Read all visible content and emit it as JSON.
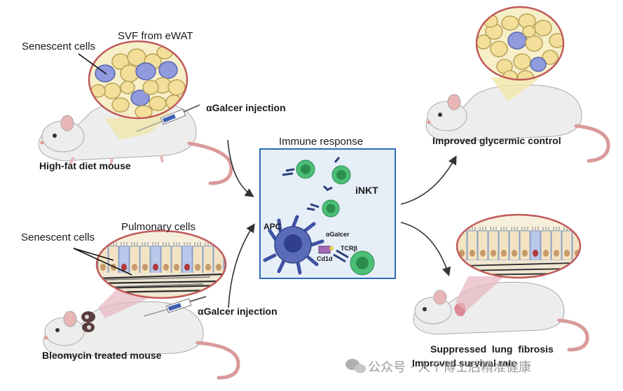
{
  "top_left": {
    "senescent_label": "Senescent cells",
    "tissue_label": "SVF from eWAT",
    "injection_label": "αGalcer injection",
    "mouse_label": "High-fat diet mouse"
  },
  "bottom_left": {
    "senescent_label": "Senescent cells",
    "tissue_label": "Pulmonary cells",
    "injection_label": "αGalcer injection",
    "mouse_label": "Bleomycin treated mouse"
  },
  "center": {
    "title": "Immune response",
    "inkt_label": "iNKT",
    "apc_label": "APC",
    "agalcer_label": "αGalcer",
    "cd1d_label": "Cd1d",
    "tcr_label": "TCRβ"
  },
  "outcomes": {
    "top": "Improved glycermic control",
    "bottom_line1": "Suppressed  lung  fibrosis",
    "bottom_line2": "Improved survival rate"
  },
  "watermark": "公众号 · 人个博士后精准健康",
  "colors": {
    "box_border": "#2d6cb5",
    "box_fill": "#e6eef8",
    "inkt_green": "#3bb36a",
    "apc_blue": "#3f52a3",
    "fat_yellow": "#f3df9a",
    "senescent_blue": "#8f9bdc",
    "mouse_body": "#eeeeee",
    "tail_pink": "#d99a9a",
    "arrow": "#333333"
  }
}
